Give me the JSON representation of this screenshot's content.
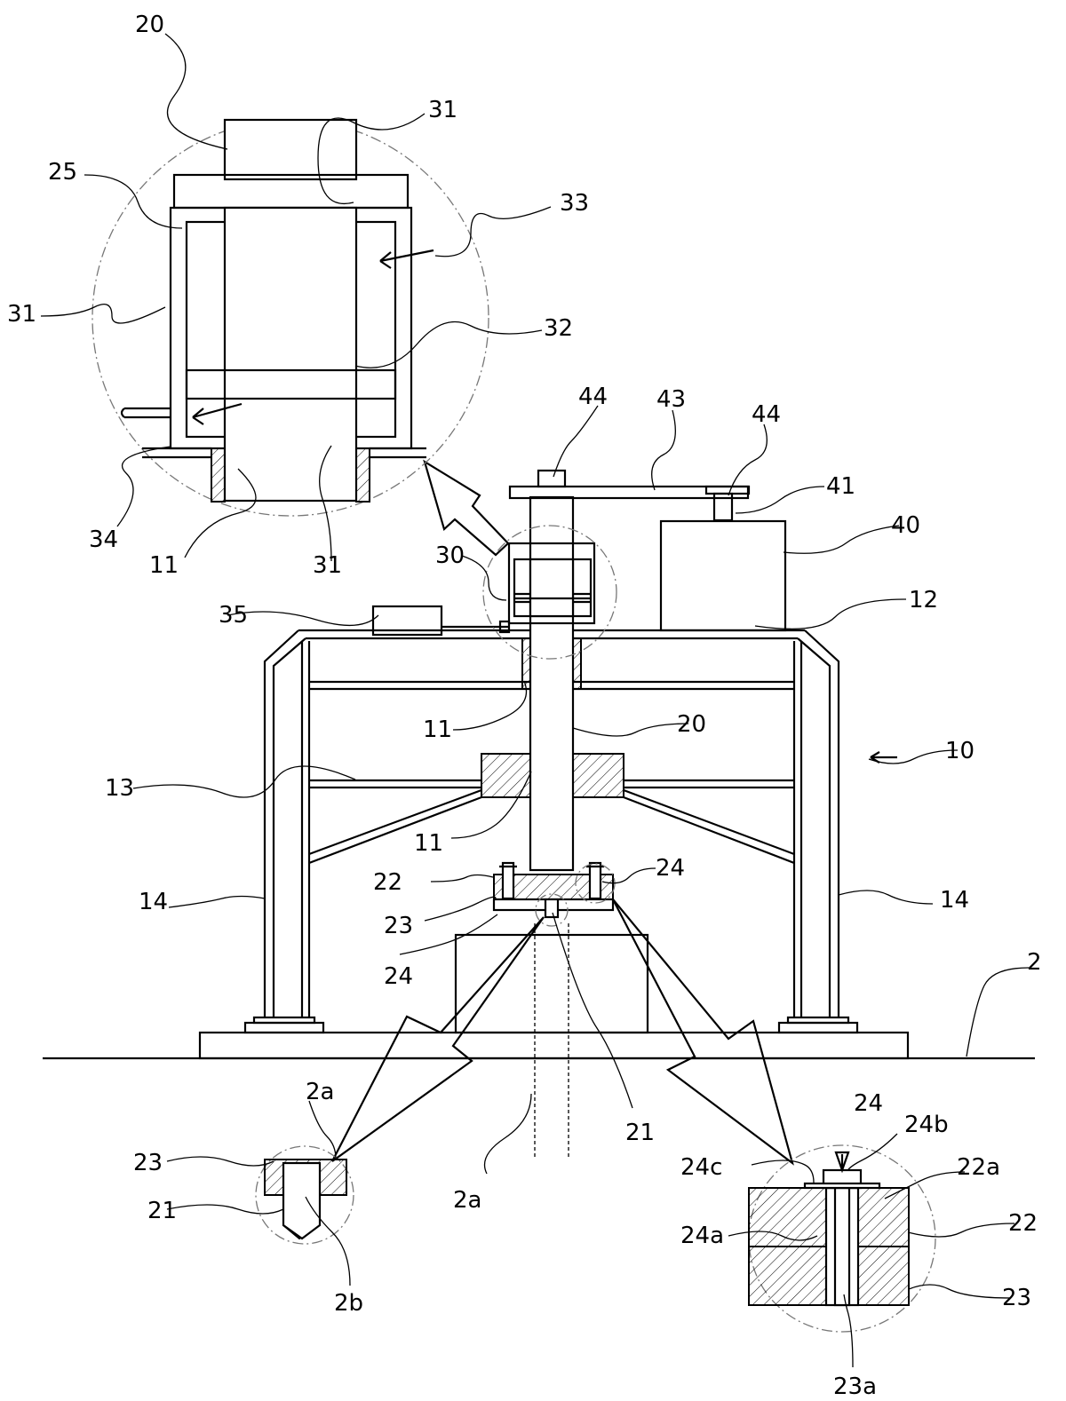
{
  "labels": {
    "n20_top": "20",
    "n31_top": "31",
    "n25": "25",
    "n33": "33",
    "n31_left": "31",
    "n32": "32",
    "n34": "34",
    "n11_top": "11",
    "n31_bottom": "31",
    "n44_left": "44",
    "n43": "43",
    "n44_right": "44",
    "n41": "41",
    "n40": "40",
    "n30": "30",
    "n35": "35",
    "n12": "12",
    "n11_mid": "11",
    "n20_mid": "20",
    "n10": "10",
    "n13": "13",
    "n11_low": "11",
    "n22": "22",
    "n24_upper": "24",
    "n14_left": "14",
    "n14_right": "14",
    "n23": "23",
    "n24_lower": "24",
    "n2": "2",
    "n2a_left": "2a",
    "n23_left": "23",
    "n21_left": "21",
    "n2b": "2b",
    "n2a_center": "2a",
    "n21_center": "21",
    "n24_detail": "24",
    "n24b": "24b",
    "n24c": "24c",
    "n22a": "22a",
    "n24a": "24a",
    "n22_right": "22",
    "n23_right": "23",
    "n23a": "23a"
  }
}
